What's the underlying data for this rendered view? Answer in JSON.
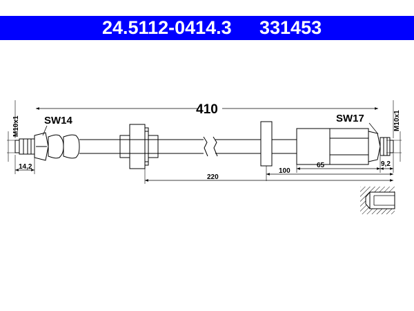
{
  "header": {
    "part_number": "24.5112-0414.3",
    "ref_number": "331453"
  },
  "dimensions": {
    "overall_length": "410",
    "thread_left": "M10x1",
    "thread_right": "M10x1",
    "wrench_left": "SW14",
    "wrench_right": "SW17",
    "left_fitting_length": "14,2",
    "right_fitting_length": "9,2",
    "right_body_length": "65",
    "right_bracket_distance": "100",
    "left_bracket_distance": "220"
  },
  "colors": {
    "header_bg": "#0000ff",
    "header_text": "#ffffff",
    "line": "#000000"
  }
}
